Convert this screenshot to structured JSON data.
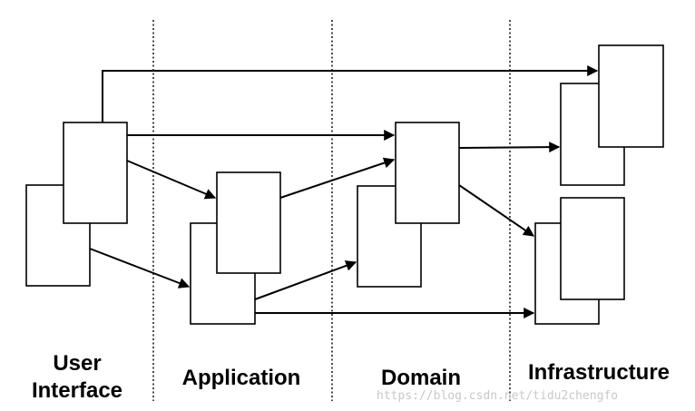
{
  "diagram": {
    "layers": [
      {
        "id": "user-interface",
        "label_lines": [
          "User",
          "Interface"
        ]
      },
      {
        "id": "application",
        "label_lines": [
          "Application"
        ]
      },
      {
        "id": "domain",
        "label_lines": [
          "Domain"
        ]
      },
      {
        "id": "infrastructure",
        "label_lines": [
          "Infrastructure"
        ]
      }
    ],
    "watermark": "https://blog.csdn.net/tidu2chengfo"
  }
}
